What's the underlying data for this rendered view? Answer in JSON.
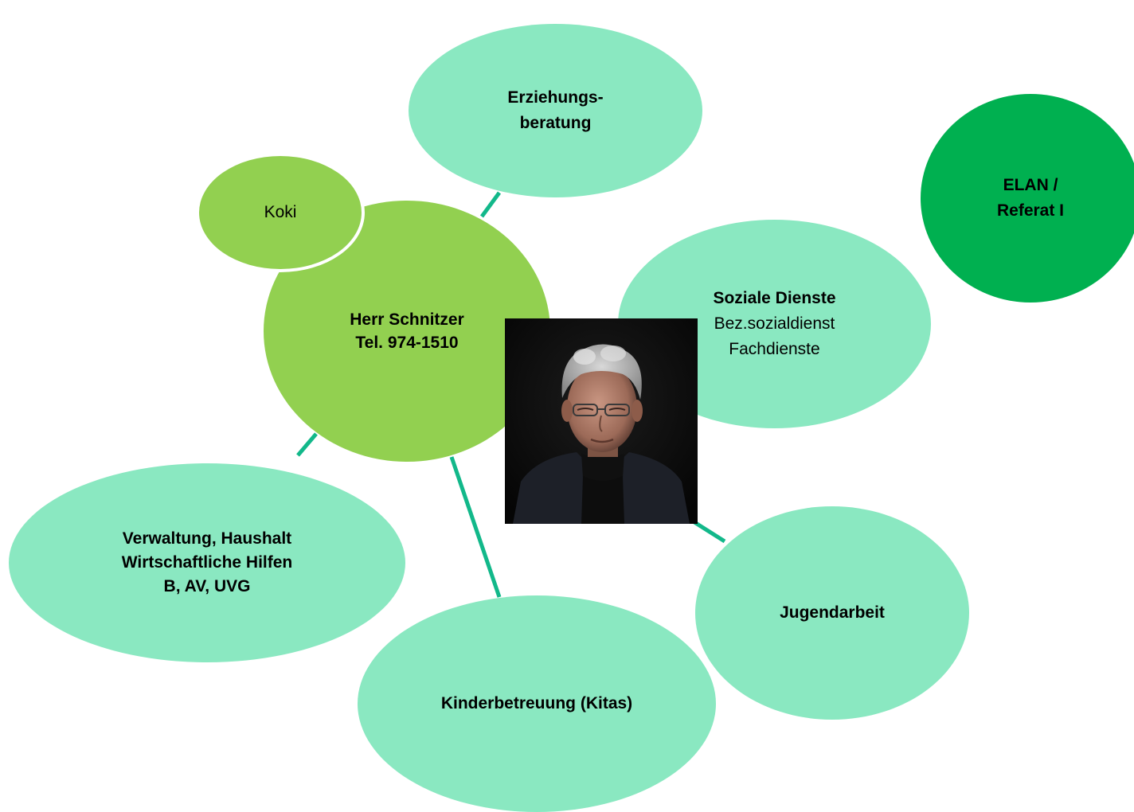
{
  "center": {
    "name": "Herr Schnitzer",
    "phone": "Tel. 974-1510"
  },
  "koki": {
    "label": "Koki"
  },
  "erziehung": {
    "line1": "Erziehungs-",
    "line2": "beratung"
  },
  "soziale": {
    "title": "Soziale Dienste",
    "line1": "Bez.sozialdienst",
    "line2": "Fachdienste"
  },
  "elan": {
    "line1": "ELAN /",
    "line2": "Referat I"
  },
  "verwaltung": {
    "line1": "Verwaltung, Haushalt",
    "line2": "Wirtschaftliche Hilfen",
    "line3": "B, AV, UVG"
  },
  "kinder": {
    "label": "Kinderbetreuung (Kitas)"
  },
  "jugend": {
    "label": "Jugendarbeit"
  },
  "colors": {
    "light_bubble": "#8ae8c1",
    "center_bubble": "#92d050",
    "elan_bubble": "#00b050",
    "connector": "#12b88a"
  }
}
